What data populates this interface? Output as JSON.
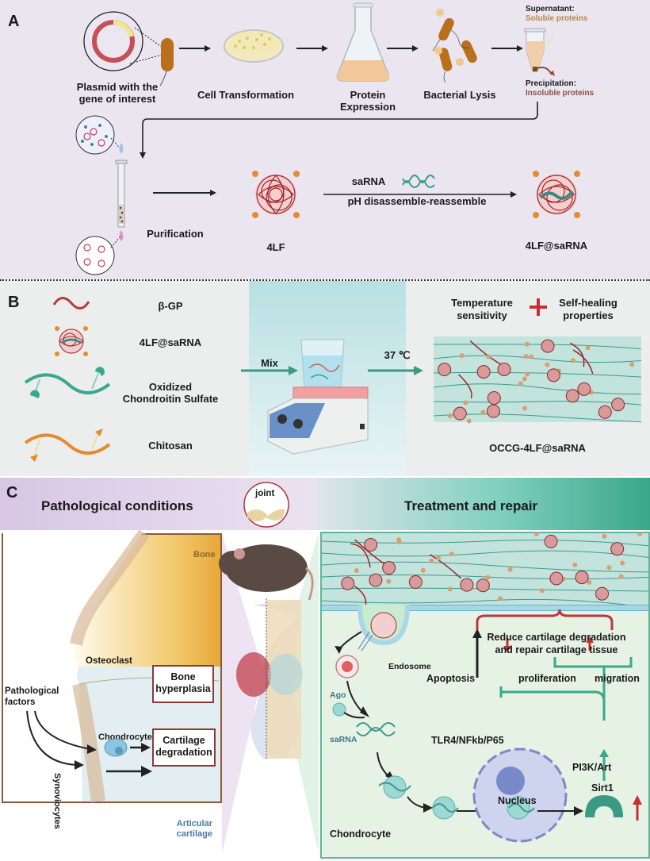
{
  "panelA": {
    "letter": "A",
    "steps": {
      "plasmid": "Plasmid with  the",
      "plasmid2": "gene of interest",
      "transformation": "Cell Transformation",
      "expression": "Protein Expression",
      "lysis": "Bacterial Lysis",
      "supernatant_title": "Supernatant:",
      "supernatant_value": "Soluble proteins",
      "precipitation_title": "Precipitation:",
      "precipitation_value": "Insoluble proteins",
      "purification": "Purification",
      "product_4lf": "4LF",
      "sarna": "saRNA",
      "ph_step": "pH disassemble-reassemble",
      "product_final": "4LF@saRNA"
    },
    "colors": {
      "supernatant": "#b8884a",
      "precipitation": "#8a5040"
    }
  },
  "panelB": {
    "letter": "B",
    "components": [
      {
        "label": "β-GP",
        "icon": "red-wave-icon"
      },
      {
        "label": "4LF@saRNA",
        "icon": "nanoparticle-icon"
      },
      {
        "label": "Oxidized",
        "label2": "Chondroitin Sulfate",
        "icon": "teal-polymer-icon"
      },
      {
        "label": "Chitosan",
        "icon": "orange-polymer-icon"
      }
    ],
    "mix": "Mix",
    "temp": "37 ℃",
    "prop1a": "Temperature",
    "prop1b": "sensitivity",
    "prop2a": "Self-healing",
    "prop2b": "properties",
    "hydrogel": "OCCG-4LF@saRNA"
  },
  "panelC": {
    "letter": "C",
    "left_title": "Pathological conditions",
    "right_title": "Treatment and repair",
    "joint": "joint",
    "bone": "Bone",
    "osteoclast": "Osteoclast",
    "bone_hyperplasia_1": "Bone",
    "bone_hyperplasia_2": "hyperplasia",
    "pathological_1": "Pathological",
    "pathological_2": "factors",
    "chondrocyte": "Chondrocyte",
    "cartilage_deg_1": "Cartilage",
    "cartilage_deg_2": "degradation",
    "synoviocytes": "Synoviocytes",
    "articular_1": "Articular",
    "articular_2": "cartilage",
    "reduce_1": "Reduce cartilage degradation",
    "reduce_2": "and repair cartilage tissue",
    "endosome": "Endosome",
    "apoptosis": "Apoptosis",
    "proliferation": "proliferation",
    "migration": "migration",
    "ago": "Ago",
    "tlr4": "TLR4/NFkb/P65",
    "sarna": "saRNA",
    "pi3k": "PI3K/Art",
    "nucleus": "Nucleus",
    "sirt1": "Sirt1",
    "chondrocyte_cell": "Chondrocyte"
  }
}
